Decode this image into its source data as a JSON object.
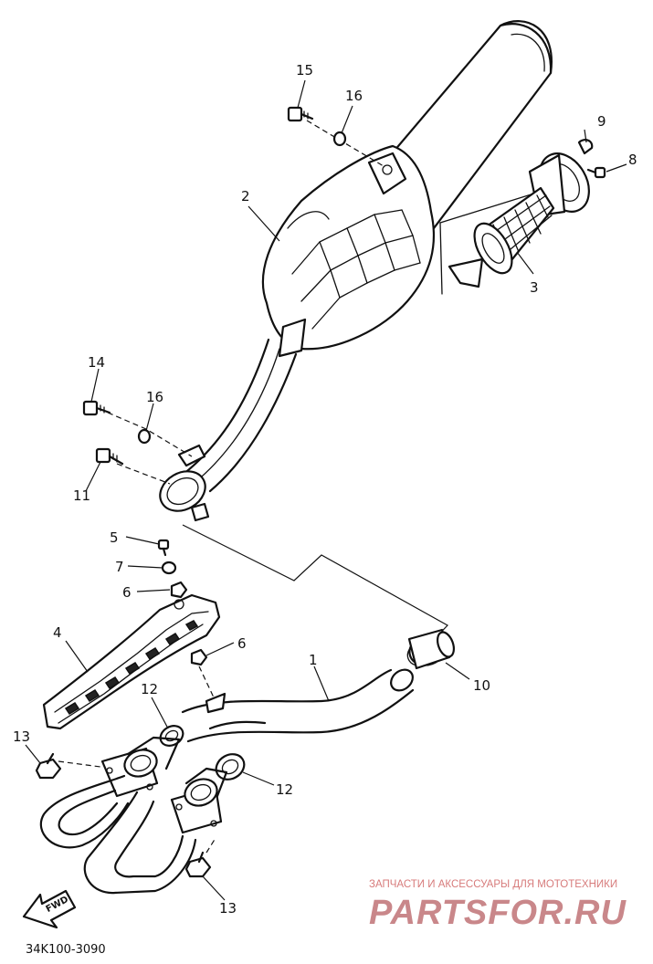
{
  "callouts": {
    "c1": "1",
    "c2": "2",
    "c3": "3",
    "c4": "4",
    "c5": "5",
    "c6a": "6",
    "c6b": "6",
    "c7": "7",
    "c8": "8",
    "c9": "9",
    "c10": "10",
    "c11": "11",
    "c12a": "12",
    "c12b": "12",
    "c13a": "13",
    "c13b": "13",
    "c14": "14",
    "c15": "15",
    "c16a": "16",
    "c16b": "16"
  },
  "fwd_label": "FWD",
  "diagram_code": "34K100-3090",
  "watermark": {
    "tagline": "ЗАПЧАСТИ И АКСЕССУАРЫ ДЛЯ МОТОТЕХНИКИ",
    "brand": "PARTSFOR.RU"
  },
  "colors": {
    "line": "#111111",
    "watermark": "#c9878a"
  }
}
